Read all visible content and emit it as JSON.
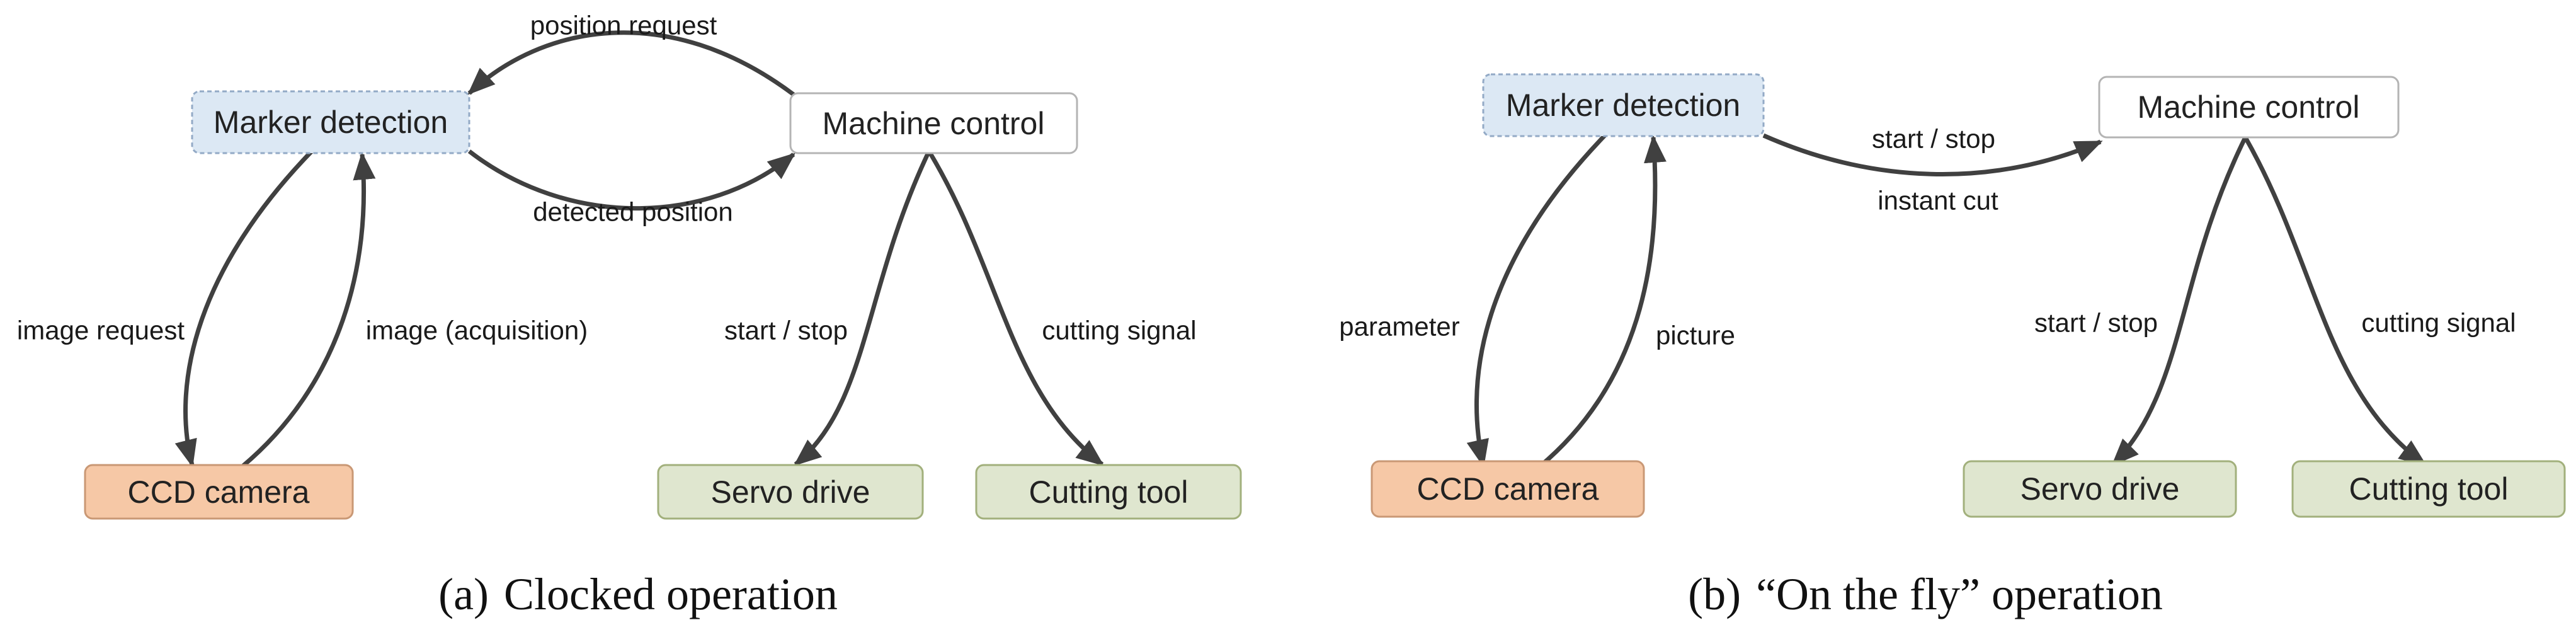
{
  "colors": {
    "detect_fill": "#dce8f4",
    "detect_stroke": "#93aac6",
    "camera_fill": "#f6c8a6",
    "camera_stroke": "#c99875",
    "machine_fill": "#ffffff",
    "machine_stroke": "#b4b4b4",
    "green_fill": "#dfe6cf",
    "green_stroke": "#a2b07c",
    "edge": "#404040"
  },
  "panels": [
    {
      "caption_label": "(a)",
      "caption_title": "Clocked operation",
      "nodes": {
        "marker_detection": "Marker detection",
        "machine_control": "Machine control",
        "ccd_camera": "CCD camera",
        "servo_drive": "Servo drive",
        "cutting_tool": "Cutting tool"
      },
      "edges": {
        "position_request": "position request",
        "detected_position": "detected position",
        "image_request": "image request",
        "image_acquisition": "image (acquisition)",
        "start_stop": "start / stop",
        "cutting_signal": "cutting signal"
      }
    },
    {
      "caption_label": "(b)",
      "caption_title": "“On the fly” operation",
      "nodes": {
        "marker_detection": "Marker detection",
        "machine_control": "Machine control",
        "ccd_camera": "CCD camera",
        "servo_drive": "Servo drive",
        "cutting_tool": "Cutting tool"
      },
      "edges": {
        "start_stop_top": "start / stop",
        "instant_cut": "instant cut",
        "parameter": "parameter",
        "picture": "picture",
        "start_stop": "start / stop",
        "cutting_signal": "cutting signal"
      }
    }
  ]
}
